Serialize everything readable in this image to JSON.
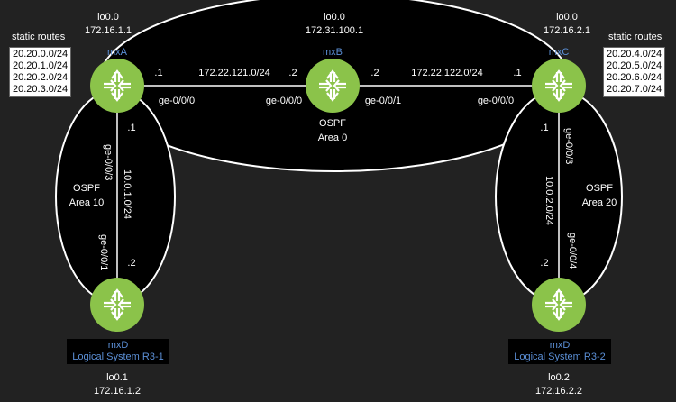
{
  "routers": {
    "mxA": {
      "name": "mxA",
      "lo_label": "lo0.0",
      "lo_ip": "172.16.1.1"
    },
    "mxB": {
      "name": "mxB",
      "lo_label": "lo0.0",
      "lo_ip": "172.31.100.1"
    },
    "mxC": {
      "name": "mxC",
      "lo_label": "lo0.0",
      "lo_ip": "172.16.2.1"
    },
    "mxD1": {
      "name": "mxD",
      "system": "Logical System R3-1",
      "lo_label": "lo0.1",
      "lo_ip": "172.16.1.2"
    },
    "mxD2": {
      "name": "mxD",
      "system": "Logical System R3-2",
      "lo_label": "lo0.2",
      "lo_ip": "172.16.2.2"
    }
  },
  "static_left": {
    "title": "static routes",
    "routes": [
      "20.20.0.0/24",
      "20.20.1.0/24",
      "20.20.2.0/24",
      "20.20.3.0/24"
    ]
  },
  "static_right": {
    "title": "static routes",
    "routes": [
      "20.20.4.0/24",
      "20.20.5.0/24",
      "20.20.6.0/24",
      "20.20.7.0/24"
    ]
  },
  "links": {
    "ab": {
      "subnet": "172.22.121.0/24",
      "a_host": ".1",
      "b_host": ".2",
      "a_if": "ge-0/0/0",
      "b_if": "ge-0/0/0"
    },
    "bc": {
      "subnet": "172.22.122.0/24",
      "b_host": ".2",
      "c_host": ".1",
      "b_if": "ge-0/0/1",
      "c_if": "ge-0/0/0"
    },
    "ad": {
      "subnet": "10.0.1.0/24",
      "a_host": ".1",
      "d_host": ".2",
      "a_if": "ge-0/0/3",
      "d_if": "ge-0/0/1"
    },
    "cd": {
      "subnet": "10.0.2.0/24",
      "c_host": ".1",
      "d_host": ".2",
      "c_if": "ge-0/0/3",
      "d_if": "ge-0/0/4"
    }
  },
  "areas": {
    "area0": {
      "proto": "OSPF",
      "name": "Area 0"
    },
    "area10": {
      "proto": "OSPF",
      "name": "Area 10"
    },
    "area20": {
      "proto": "OSPF",
      "name": "Area 20"
    }
  },
  "colors": {
    "router": "#8bc34a",
    "label_blue": "#5b8fd6",
    "background": "#222222"
  }
}
